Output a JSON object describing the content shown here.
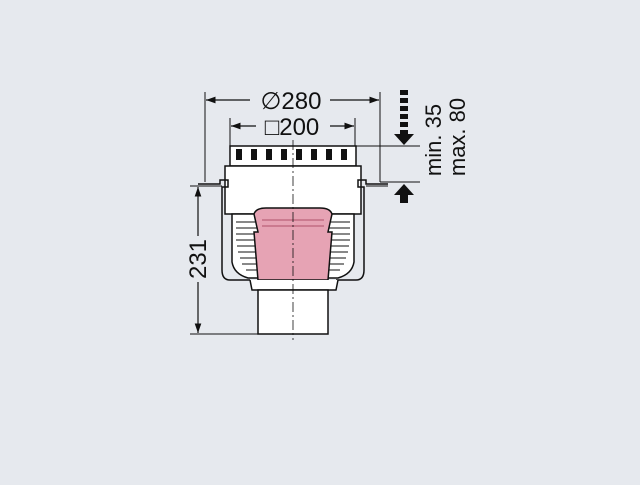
{
  "dimensions": {
    "outer_diameter": "∅280",
    "square_size": "□200",
    "height": "231",
    "adjust_min": "min. 35",
    "adjust_max": "max. 80"
  },
  "colors": {
    "background": "#e6e9ee",
    "line": "#111111",
    "body_fill": "#ffffff",
    "seal_fill": "#e6a3b4",
    "seal_stroke": "#b0506a"
  }
}
